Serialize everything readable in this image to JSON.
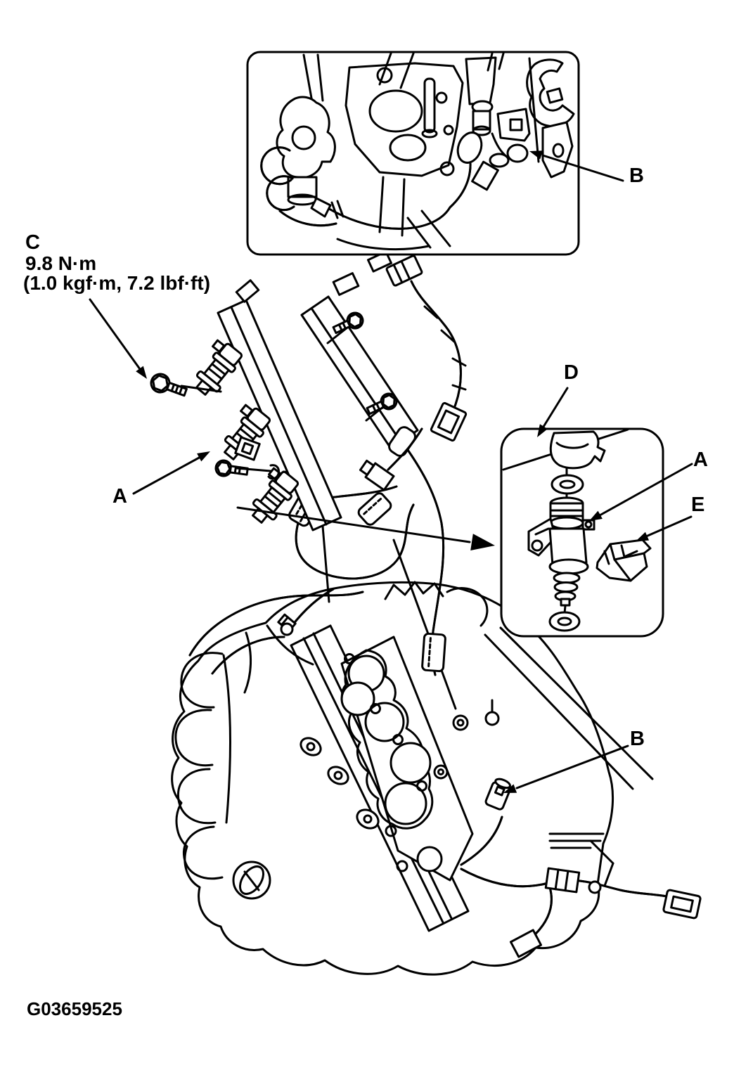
{
  "figure_id": "G03659525",
  "colors": {
    "line": "#000000",
    "background": "#ffffff"
  },
  "callouts": {
    "c": {
      "letter": "C",
      "torque_nm": "9.8 N·m",
      "torque_alt": "(1.0 kgf·m, 7.2 lbf·ft)"
    },
    "b_top": {
      "letter": "B"
    },
    "a_main": {
      "letter": "A"
    },
    "d": {
      "letter": "D"
    },
    "a_inset": {
      "letter": "A"
    },
    "e": {
      "letter": "E"
    },
    "b_bottom": {
      "letter": "B"
    }
  }
}
